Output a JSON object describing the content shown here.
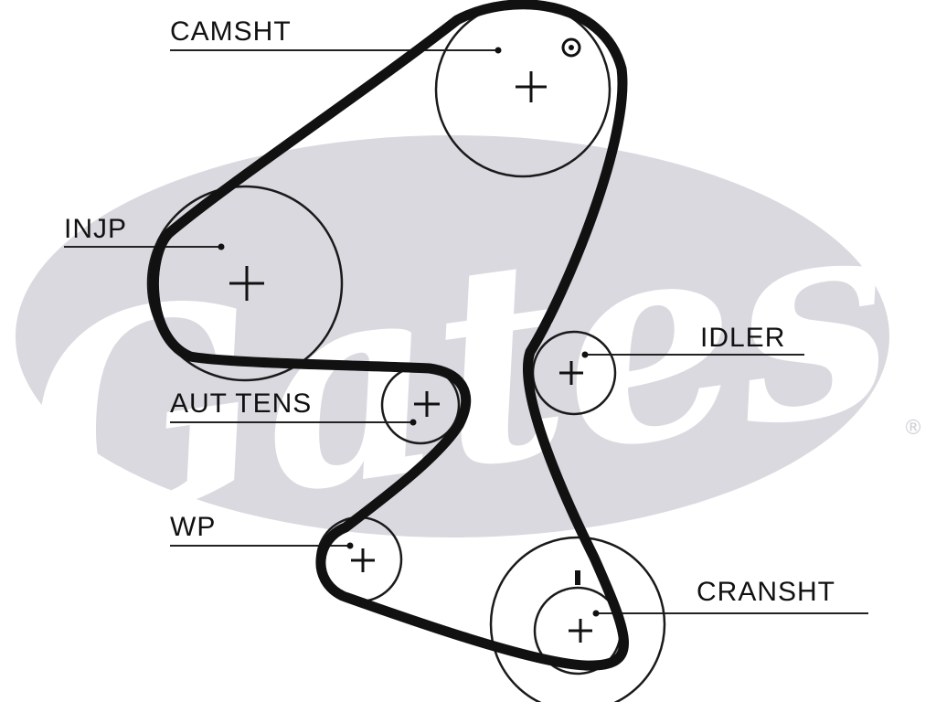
{
  "labels": {
    "camshaft": "CAMSHT",
    "injection_pump": "INJP",
    "auto_tensioner": "AUT TENS",
    "water_pump": "WP",
    "idler": "IDLER",
    "crankshaft": "CRANSHT"
  },
  "watermark": {
    "text": "Gates",
    "registered_mark": "®"
  },
  "colors": {
    "watermark": "#d9d9df",
    "belt": "#111111",
    "pulley_outline": "#1a1a1a",
    "leader_line": "#222222",
    "background": "#ffffff"
  }
}
